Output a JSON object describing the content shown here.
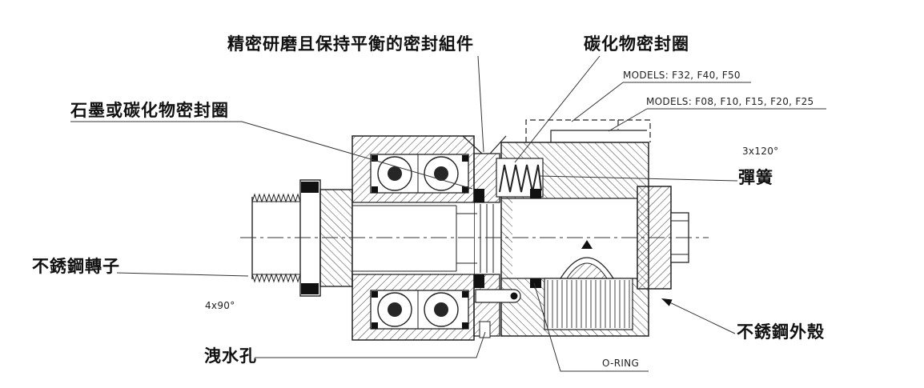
{
  "colors": {
    "ink": "#1f1f1f",
    "background": "#ffffff",
    "hatch": "#3a3a3a"
  },
  "callouts": {
    "seal_assembly": "精密研磨且保持平衡的密封組件",
    "carbide_seal_ring": "碳化物密封圈",
    "graphite_seal_ring": "石墨或碳化物密封圈",
    "spring": "彈簧",
    "rotor": "不銹鋼轉子",
    "housing": "不銹鋼外殼",
    "drain_hole": "洩水孔"
  },
  "notes": {
    "models_large": "MODELS: F32, F40, F50",
    "models_small": "MODELS: F08, F10, F15, F20, F25",
    "o_ring": "O-RING",
    "angle_top": "3x120°",
    "angle_bottom": "4x90°"
  }
}
